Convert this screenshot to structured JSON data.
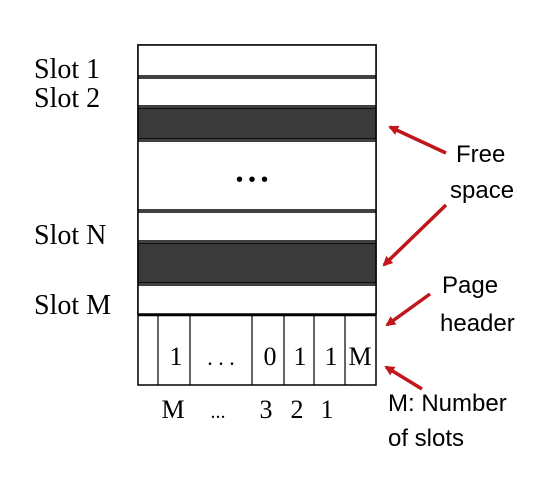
{
  "slot_labels": {
    "slot1": "Slot 1",
    "slot2": "Slot 2",
    "slotN": "Slot N",
    "slotM": "Slot M"
  },
  "ellipsis": "• • •",
  "header_cells": [
    "1",
    ". . .",
    "0",
    "1",
    "1",
    "M"
  ],
  "index_labels": [
    "M",
    "...",
    "3",
    "2",
    "1"
  ],
  "annotations": {
    "free_space": [
      "Free",
      "space"
    ],
    "page_header": [
      "Page",
      "header"
    ],
    "number_of_slots": [
      "M: Number",
      "of slots"
    ]
  },
  "colors": {
    "filled_slot": "#3a3a3a",
    "arrow": "#c0161c",
    "outline": "#000000"
  }
}
